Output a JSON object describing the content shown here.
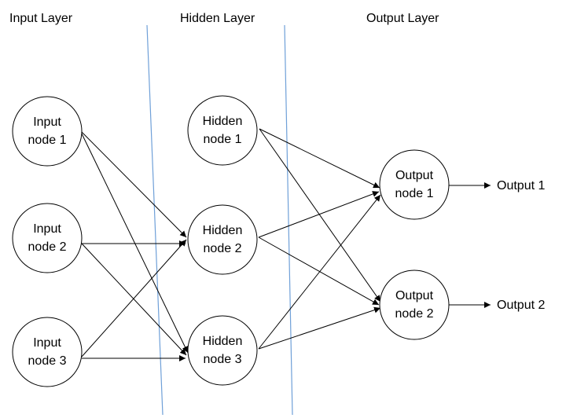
{
  "layers": {
    "input": "Input Layer",
    "hidden": "Hidden Layer",
    "output": "Output Layer"
  },
  "nodes": {
    "input_1": [
      "Input",
      "node 1"
    ],
    "input_2": [
      "Input",
      "node 2"
    ],
    "input_3": [
      "Input",
      "node 3"
    ],
    "hidden_1": [
      "Hidden",
      "node 1"
    ],
    "hidden_2": [
      "Hidden",
      "node 2"
    ],
    "hidden_3": [
      "Hidden",
      "node 3"
    ],
    "output_1": [
      "Output",
      "node 1"
    ],
    "output_2": [
      "Output",
      "node 2"
    ]
  },
  "outputs": {
    "output_1": "Output 1",
    "output_2": "Output 2"
  },
  "colors": {
    "divider": "#6fa0d8",
    "stroke": "#000000"
  }
}
